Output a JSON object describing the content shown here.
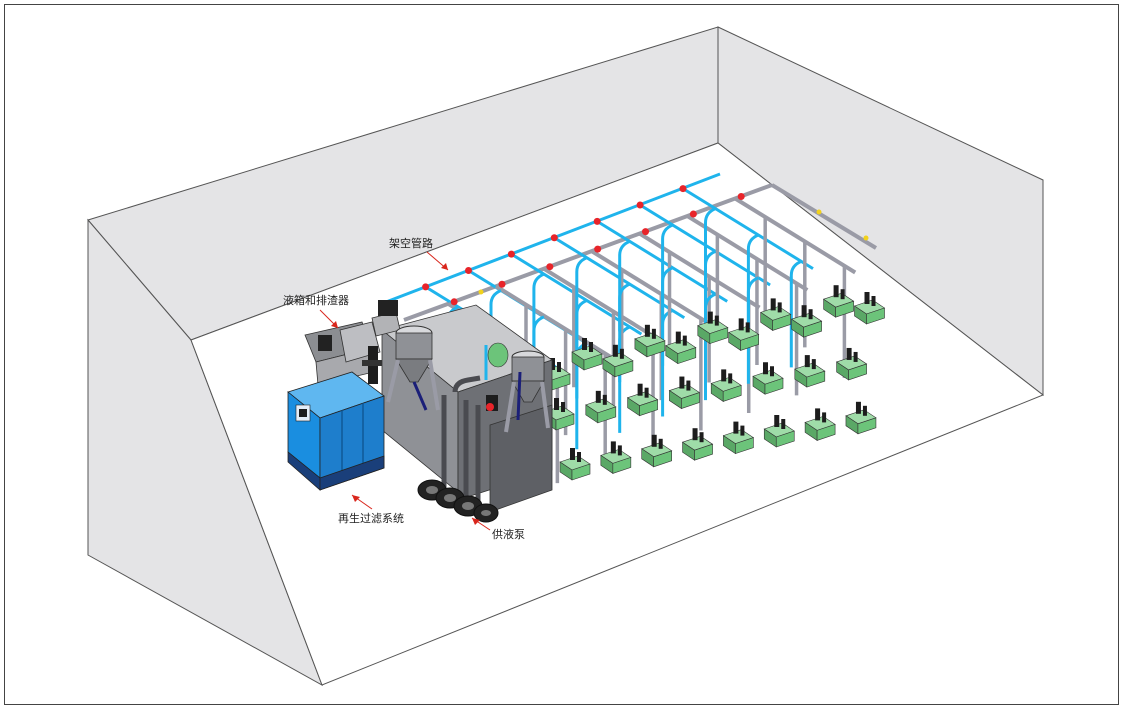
{
  "labels": {
    "overhead_pipe": "架空管路",
    "tank_and_slag": "液箱和排渣器",
    "regen_filter": "再生过滤系统",
    "supply_pump": "供液泵"
  },
  "colors": {
    "wall_fill": "#e4e4e6",
    "pipe_blue": "#1fb4ec",
    "pipe_gray": "#9a9ba6",
    "machine_green": "#6cc47a",
    "valve_red": "#e8242a",
    "cabinet_blue": "#1a8ee0",
    "arrow_red": "#d9261c"
  },
  "icons": [
    "machine-tool-unit",
    "filter-cabinet",
    "tank",
    "pump",
    "valve"
  ]
}
